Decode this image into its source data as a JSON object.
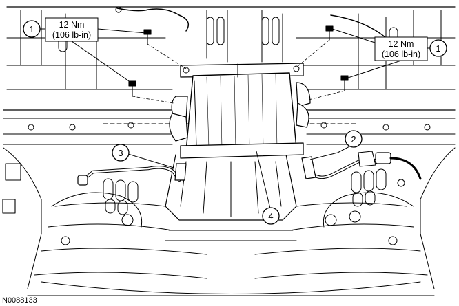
{
  "figure_id": "N0088133",
  "callouts": [
    {
      "number": "1"
    },
    {
      "number": "1"
    },
    {
      "number": "2"
    },
    {
      "number": "3"
    },
    {
      "number": "4"
    }
  ],
  "torque_specs": [
    {
      "line1": "12 Nm",
      "line2": "(106 lb-in)"
    },
    {
      "line1": "12 Nm",
      "line2": "(106 lb-in)"
    }
  ],
  "colors": {
    "line": "#000000",
    "background": "#ffffff"
  }
}
